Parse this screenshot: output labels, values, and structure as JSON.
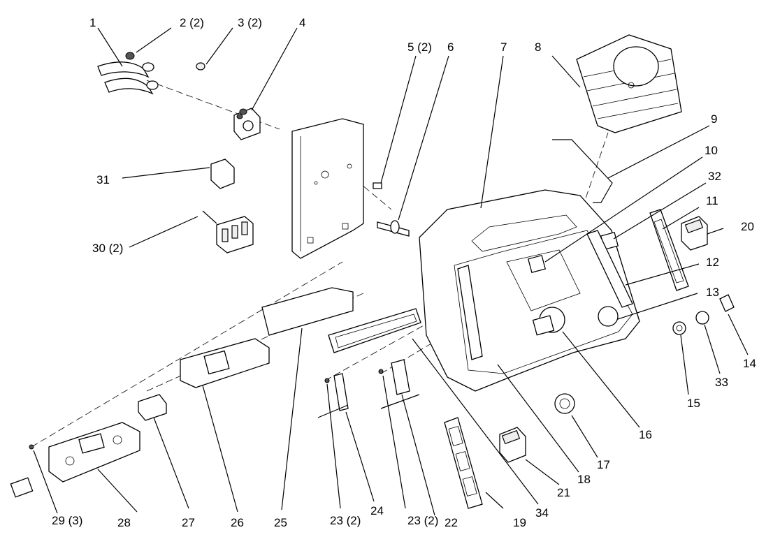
{
  "callouts": [
    "1",
    "2 (2)",
    "3 (2)",
    "4",
    "5 (2)",
    "6",
    "7",
    "8",
    "9",
    "10",
    "32",
    "11",
    "20",
    "12",
    "13",
    "14",
    "33",
    "15",
    "16",
    "17",
    "18",
    "21",
    "34",
    "19",
    "22",
    "23 (2)",
    "24",
    "23 (2)",
    "25",
    "26",
    "27",
    "28",
    "29 (3)",
    "31",
    "30 (2)"
  ]
}
